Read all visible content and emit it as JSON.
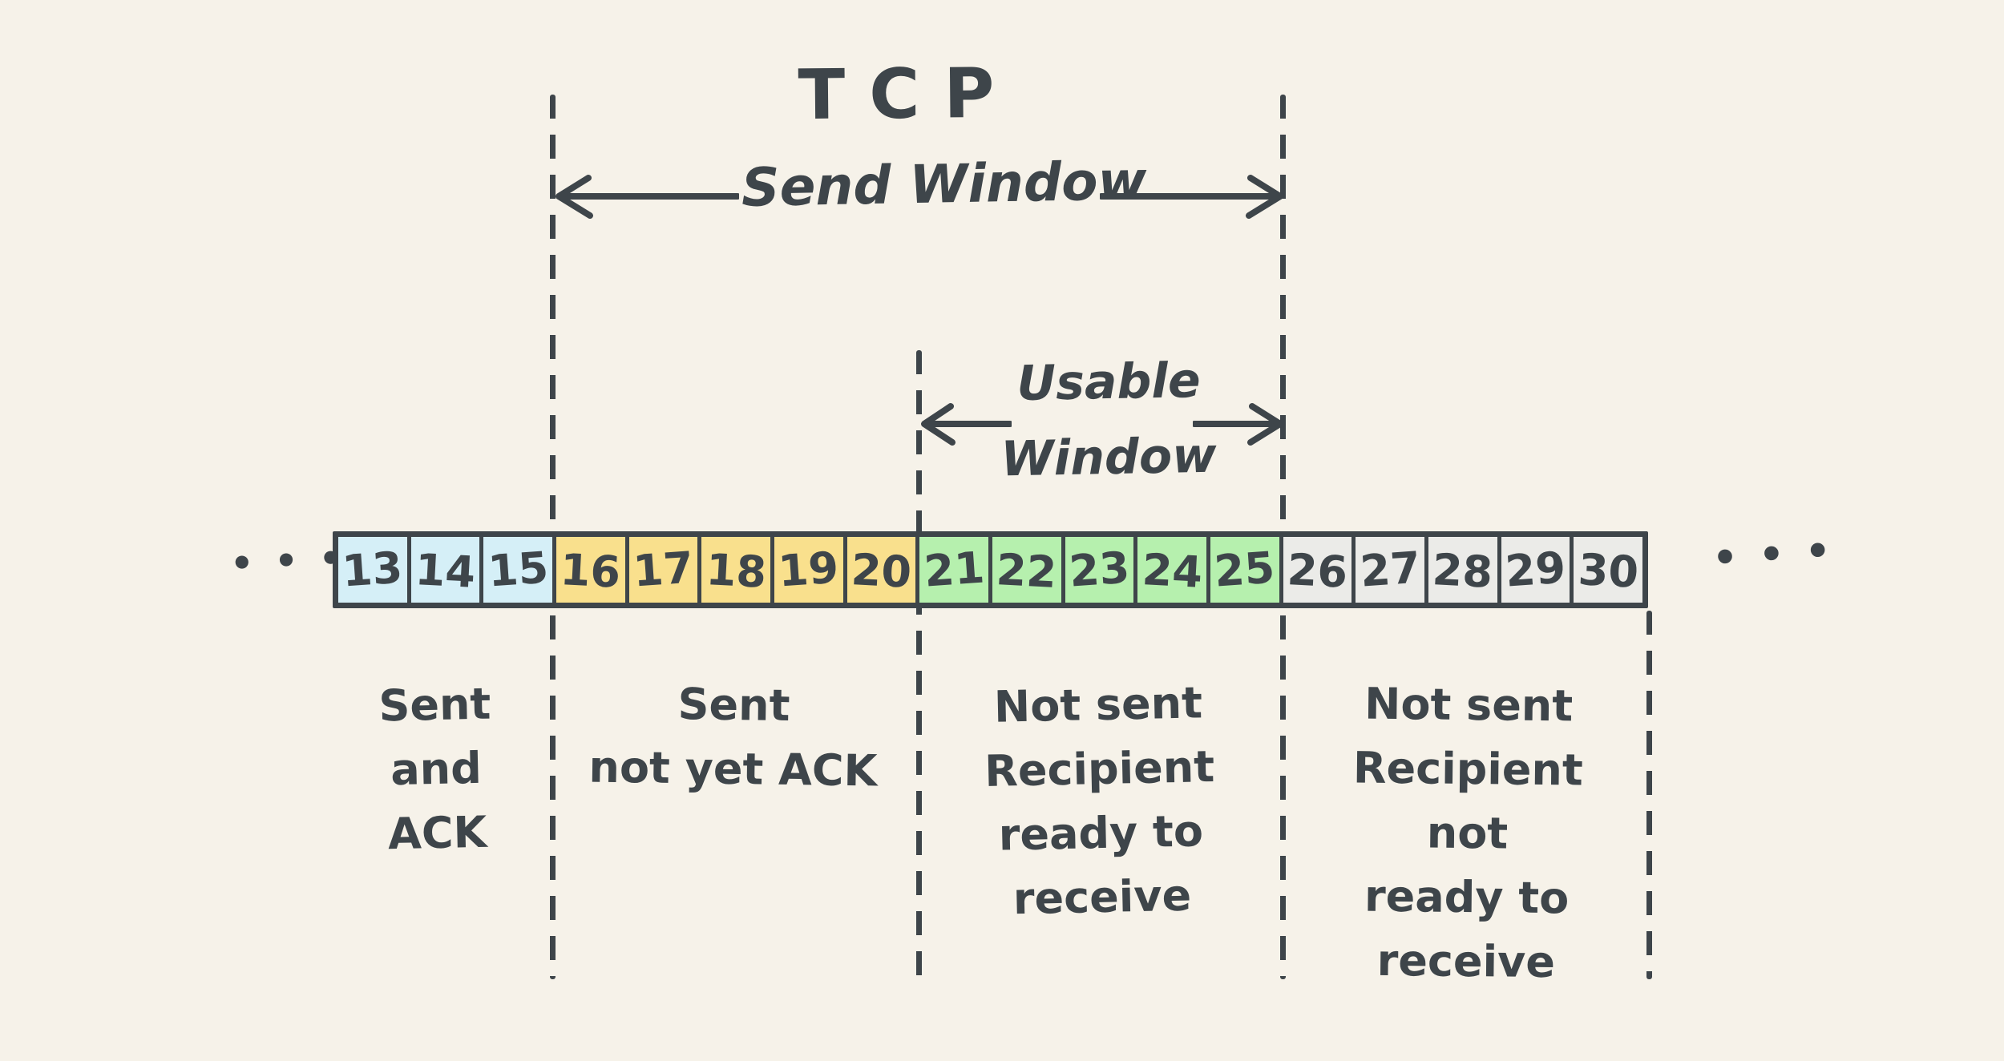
{
  "title": "TCP",
  "send_window": {
    "label": "Send Window"
  },
  "usable_window": {
    "label_line1": "Usable",
    "label_line2": "Window"
  },
  "ellipsis_left": "•••",
  "ellipsis_right": "•••",
  "sequence": {
    "cells": [
      {
        "number": "13",
        "state": "sent_acked"
      },
      {
        "number": "14",
        "state": "sent_acked"
      },
      {
        "number": "15",
        "state": "sent_acked"
      },
      {
        "number": "16",
        "state": "sent_not_acked"
      },
      {
        "number": "17",
        "state": "sent_not_acked"
      },
      {
        "number": "18",
        "state": "sent_not_acked"
      },
      {
        "number": "19",
        "state": "sent_not_acked"
      },
      {
        "number": "20",
        "state": "sent_not_acked"
      },
      {
        "number": "21",
        "state": "not_sent_ready"
      },
      {
        "number": "22",
        "state": "not_sent_ready"
      },
      {
        "number": "23",
        "state": "not_sent_ready"
      },
      {
        "number": "24",
        "state": "not_sent_ready"
      },
      {
        "number": "25",
        "state": "not_sent_ready"
      },
      {
        "number": "26",
        "state": "not_sent_not_ready"
      },
      {
        "number": "27",
        "state": "not_sent_not_ready"
      },
      {
        "number": "28",
        "state": "not_sent_not_ready"
      },
      {
        "number": "29",
        "state": "not_sent_not_ready"
      },
      {
        "number": "30",
        "state": "not_sent_not_ready"
      }
    ]
  },
  "region_labels": [
    {
      "state": "sent_acked",
      "lines": [
        "Sent",
        "and",
        "ACK"
      ]
    },
    {
      "state": "sent_not_acked",
      "lines": [
        "Sent",
        "not yet ACK"
      ]
    },
    {
      "state": "not_sent_ready",
      "lines": [
        "Not sent",
        "Recipient",
        "ready to",
        "receive"
      ]
    },
    {
      "state": "not_sent_not_ready",
      "lines": [
        "Not sent",
        "Recipient",
        "not",
        "ready to",
        "receive"
      ]
    }
  ],
  "colors": {
    "background": "#f6f2e9",
    "ink": "#3e454a",
    "sent_acked": "#d5eff7",
    "sent_not_acked": "#f9e08d",
    "not_sent_ready": "#b6f0ae",
    "not_sent_not_ready": "#ebebe8"
  }
}
